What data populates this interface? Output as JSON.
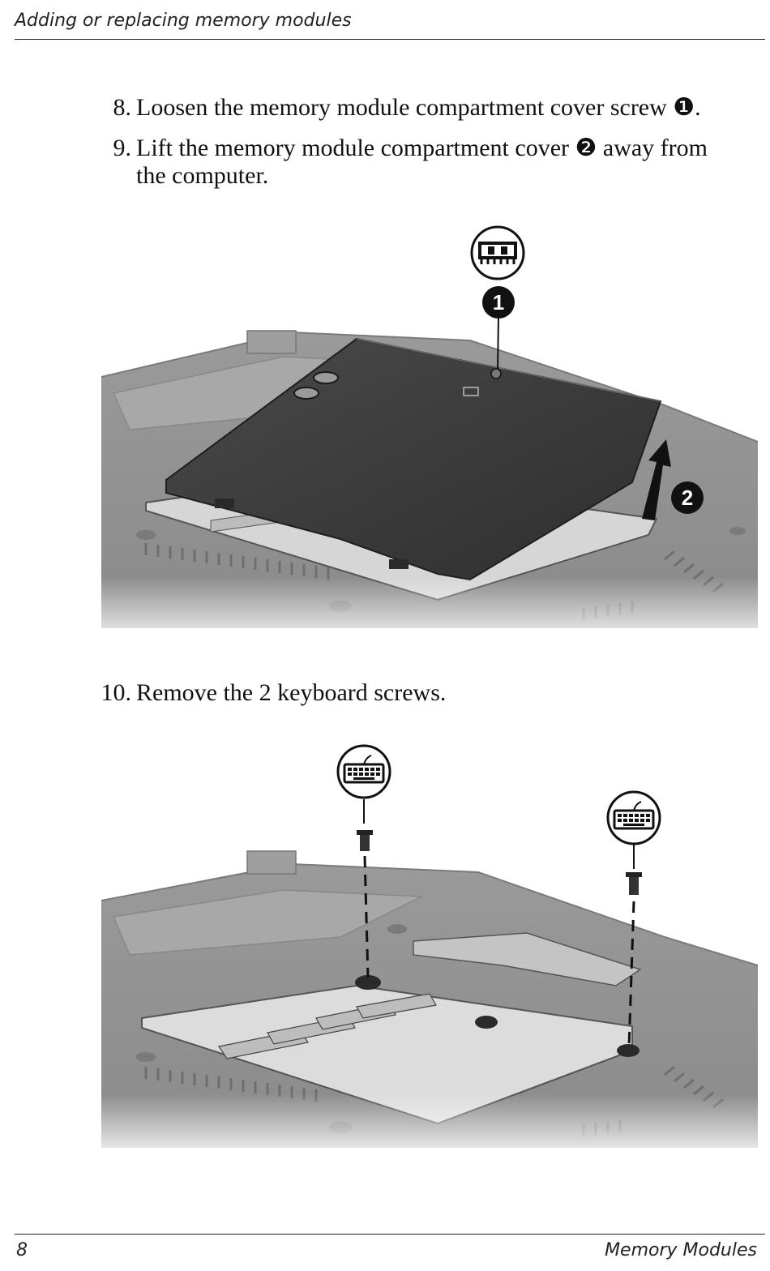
{
  "header": {
    "title": "Adding or replacing memory modules"
  },
  "steps": [
    {
      "number": "8.",
      "text": "Loosen the memory module compartment cover screw ❶."
    },
    {
      "number": "9.",
      "text": "Lift the memory module compartment cover ❷ away from",
      "text2": "the computer."
    },
    {
      "number": "10.",
      "text": "Remove the 2 keyboard screws."
    }
  ],
  "figure1": {
    "callouts": [
      "1",
      "2"
    ],
    "icons": [
      "memory-module-icon"
    ]
  },
  "figure2": {
    "icons": [
      "keyboard-icon",
      "keyboard-icon"
    ]
  },
  "footer": {
    "page": "8",
    "section": "Memory Modules"
  }
}
